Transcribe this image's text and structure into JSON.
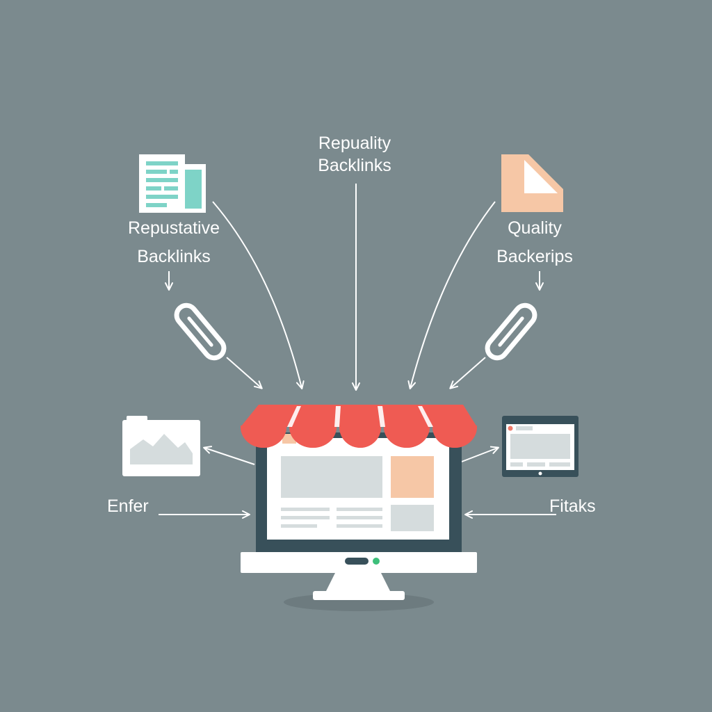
{
  "labels": {
    "top_center_line1": "Repuality",
    "top_center_line2": "Backlinks",
    "top_left_line1": "Repustative",
    "top_left_line2": "Backlinks",
    "top_right_line1": "Quality",
    "top_right_line2": "Backerips",
    "mid_left": "Enfer",
    "mid_right": "Fitaks"
  },
  "icons": {
    "top_left": "document-pages-icon",
    "top_right": "folded-page-icon",
    "link_left": "chain-link-icon",
    "link_right": "chain-link-icon",
    "image_left": "image-window-icon",
    "tablet_right": "tablet-icon",
    "center": "storefront-computer-icon"
  },
  "colors": {
    "background": "#7b8a8e",
    "awning_red": "#ef5b53",
    "screen_frame": "#38505a",
    "panel_gray": "#d5dcdd",
    "panel_peach": "#f6c7a6",
    "doc_teal": "#7ed3c7",
    "white": "#ffffff",
    "status_green": "#3dbf7a"
  }
}
